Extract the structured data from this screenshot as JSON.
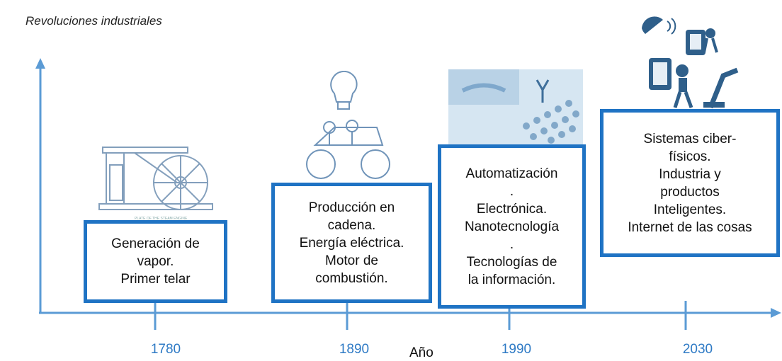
{
  "title": "Revoluciones industriales",
  "x_axis_label": "Año",
  "revolutions": [
    {
      "year": "1780",
      "icon": "steam-engine-icon",
      "lines": [
        "Generación de",
        "vapor.",
        "Primer telar"
      ]
    },
    {
      "year": "1890",
      "icon": "lightbulb-car-icon",
      "lines": [
        "Producción en",
        "cadena.",
        "Energía eléctrica.",
        "Motor de",
        "combustión."
      ]
    },
    {
      "year": "1990",
      "icon": "automation-tech-icon",
      "lines": [
        "Automatización",
        ".",
        "Electrónica.",
        "Nanotecnología",
        ".",
        "Tecnologías de",
        "la información."
      ]
    },
    {
      "year": "2030",
      "icon": "cyber-physical-icon",
      "lines": [
        "Sistemas ciber-",
        "físicos.",
        "Industria y",
        "productos",
        "Inteligentes.",
        "Internet de las cosas"
      ]
    }
  ],
  "colors": {
    "axis": "#5b9bd5",
    "box_border": "#1f73c4",
    "year_text": "#2e7ac5"
  }
}
